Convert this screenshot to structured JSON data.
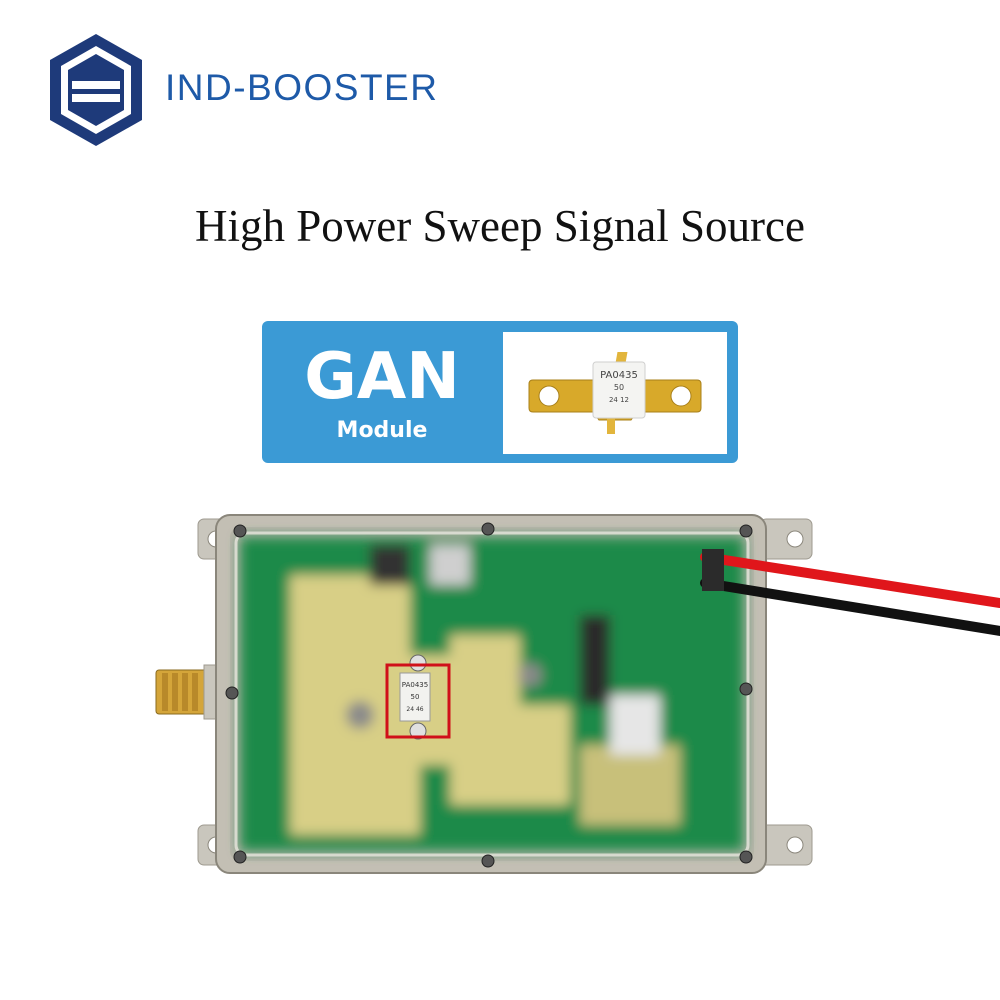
{
  "brand": {
    "name": "IND-BOOSTER",
    "logo_icon": "hexagon-shield-logo",
    "color": "#1e5aa8"
  },
  "headline": "High Power Sweep Signal Source",
  "banner": {
    "title": "GAN",
    "subtitle": "Module",
    "background": "#3b9ad5",
    "chip_marking": [
      "PA0435",
      "50",
      "24 12"
    ]
  },
  "device": {
    "board_marking": [
      "PA0435",
      "50",
      "24 46"
    ],
    "board_color": "#1f8a4a",
    "cable_colors": [
      "#e0161b",
      "#111111"
    ]
  }
}
